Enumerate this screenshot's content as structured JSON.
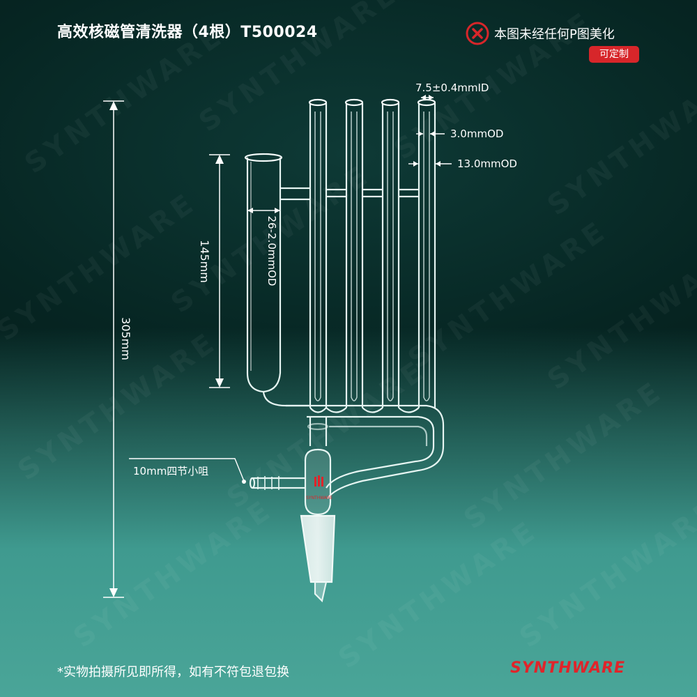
{
  "header": {
    "title": "高效核磁管清洗器（4根）T500024",
    "notice": "本图未经任何P图美化",
    "badge": "可定制"
  },
  "dimensions": {
    "total_height": "305mm",
    "tube_length": "145mm",
    "tube_od": "26-2.0mmOD",
    "top_id": "7.5±0.4mmID",
    "inner_od": "3.0mmOD",
    "outer_od": "13.0mmOD",
    "hose_connector": "10mm四节小咀"
  },
  "product": {
    "stamp": "SYNTHWARE"
  },
  "watermark": {
    "text": "SYNTHWARE"
  },
  "footer": {
    "note": "*实物拍摄所见即所得，如有不符包退包换",
    "brand": "SYNTHWARE"
  },
  "colors": {
    "accent_red": "#d7262a",
    "background": "#062522",
    "floor": "#4aa598"
  },
  "icons": {
    "notice_icon": "circle-x-icon"
  }
}
